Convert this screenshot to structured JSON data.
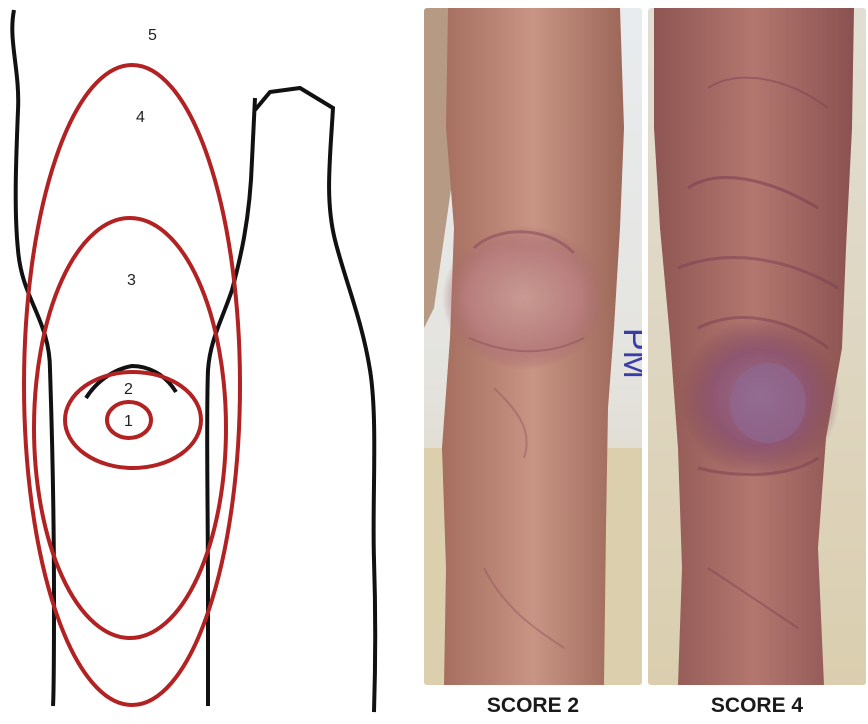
{
  "diagram": {
    "zone_labels": [
      "1",
      "2",
      "3",
      "4",
      "5"
    ],
    "ring_color": "#b22222",
    "outline_color": "#111111"
  },
  "photos": [
    {
      "caption": "SCORE 2"
    },
    {
      "caption": "SCORE 4"
    }
  ],
  "paper_writing": "PM"
}
